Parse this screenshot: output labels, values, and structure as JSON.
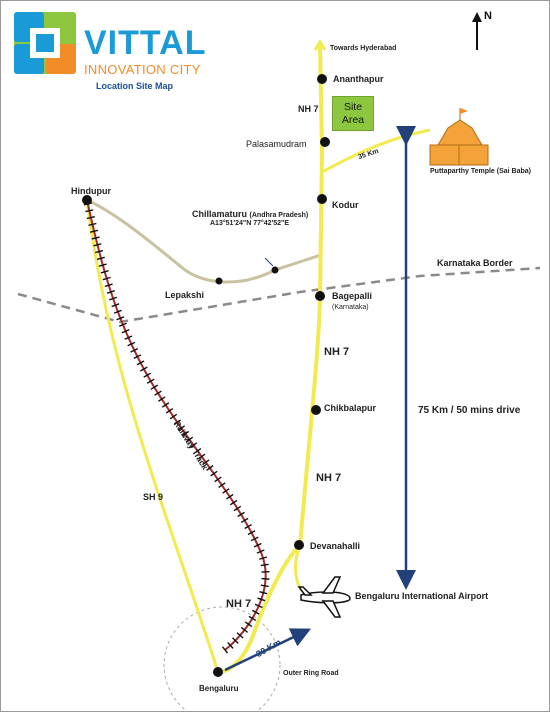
{
  "logo": {
    "brand": "VITTAL",
    "subtitle": "INNOVATION CITY",
    "tagline": "Location Site Map",
    "colors": {
      "orange": "#f28c28",
      "blue": "#1a9ad6",
      "navy": "#1a4ea0"
    }
  },
  "compass": {
    "label": "N"
  },
  "places": {
    "hindupur": "Hindupur",
    "chillamaturu": "Chillamaturu",
    "chillamaturu_state": "(Andhra Pradesh)",
    "chillamaturu_coords": "A13°51'24\"N  77°42'52\"E",
    "lepakshi": "Lepakshi",
    "ananthapur": "Ananthapur",
    "towards_hyderabad": "Towards Hyderabad",
    "palasamudram": "Palasamudram",
    "kodur": "Kodur",
    "bagepalli": "Bagepalli",
    "bagepalli_state": "(Karnataka)",
    "chikbalapur": "Chikbalapur",
    "devanahalli": "Devanahalli",
    "airport": "Bengaluru International Airport",
    "bengaluru": "Bengaluru",
    "puttaparthy": "Puttaparthy Temple (Sai Baba)"
  },
  "site_area": {
    "line1": "Site",
    "line2": "Area"
  },
  "roads": {
    "nh7_top": "NH 7",
    "nh7_mid": "NH 7",
    "nh7_low": "NH 7",
    "nh7_bottom": "NH 7",
    "sh9": "SH 9",
    "railway": "Railway Track",
    "outer_ring_road": "Outer Ring Road"
  },
  "distances": {
    "puttaparthy_km": "35 Km",
    "drive": "75 Km / 50 mins drive",
    "bengaluru_km": "30 Km"
  },
  "border": {
    "label": "Karnataka Border"
  }
}
